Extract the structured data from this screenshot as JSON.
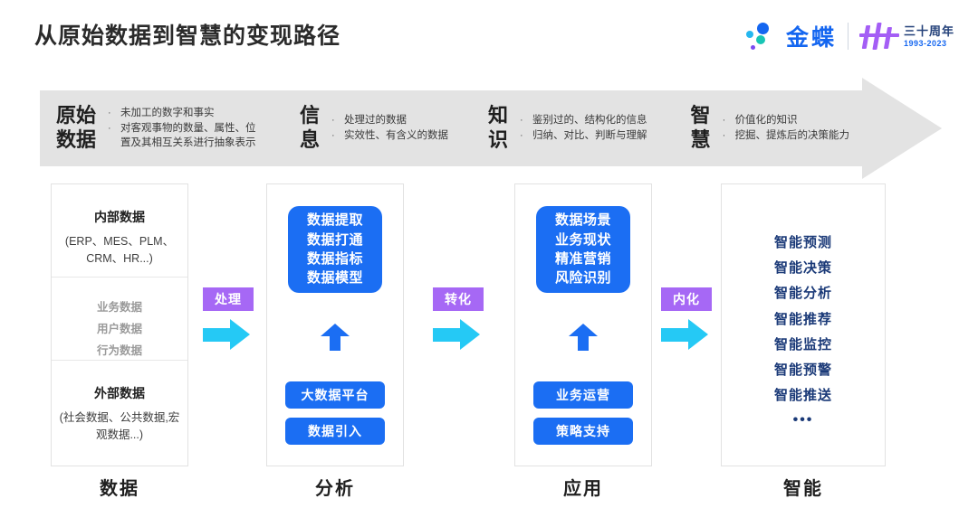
{
  "header": {
    "title": "从原始数据到智慧的变现路径",
    "logo": {
      "brand": "金蝶",
      "anniversary_cn": "三十周年",
      "anniversary_years": "1993-2023"
    }
  },
  "banner": {
    "segments": [
      {
        "title_line1": "原始",
        "title_line2": "数据",
        "bullets": [
          "未加工的数字和事实",
          "对客观事物的数量、属性、位置及其相互关系进行抽象表示"
        ]
      },
      {
        "title_line1": "信",
        "title_line2": "息",
        "bullets": [
          "处理过的数据",
          "实效性、有含义的数据"
        ]
      },
      {
        "title_line1": "知",
        "title_line2": "识",
        "bullets": [
          "鉴别过的、结构化的信息",
          "归纳、对比、判断与理解"
        ]
      },
      {
        "title_line1": "智",
        "title_line2": "慧",
        "bullets": [
          "价值化的知识",
          "挖掘、提炼后的决策能力"
        ]
      }
    ],
    "bullet_glyph": "·"
  },
  "columns": [
    {
      "footer": "数据",
      "internal_title": "内部数据",
      "internal_sub": "(ERP、MES、PLM、CRM、HR...)",
      "middle_items": [
        "业务数据",
        "用户数据",
        "行为数据"
      ],
      "external_title": "外部数据",
      "external_sub": "(社会数据、公共数据,宏观数据...)"
    },
    {
      "footer": "分析",
      "box_lines": [
        "数据提取",
        "数据打通",
        "数据指标",
        "数据模型"
      ],
      "pills": [
        "大数据平台",
        "数据引入"
      ]
    },
    {
      "footer": "应用",
      "box_lines": [
        "数据场景",
        "业务现状",
        "精准营销",
        "风险识别"
      ],
      "pills": [
        "业务运营",
        "策略支持"
      ]
    },
    {
      "footer": "智能",
      "smart_items": [
        "智能预测",
        "智能决策",
        "智能分析",
        "智能推荐",
        "智能监控",
        "智能预警",
        "智能推送"
      ],
      "ellipsis": "•••"
    }
  ],
  "connectors": [
    {
      "label": "处理"
    },
    {
      "label": "转化"
    },
    {
      "label": "内化"
    }
  ],
  "colors": {
    "blue": "#1b6ef3",
    "navy": "#1b3a78",
    "purple": "#a668f5",
    "cyan": "#25c9f5",
    "banner_bg": "#e3e3e3",
    "brand_blue": "#1466f0"
  }
}
